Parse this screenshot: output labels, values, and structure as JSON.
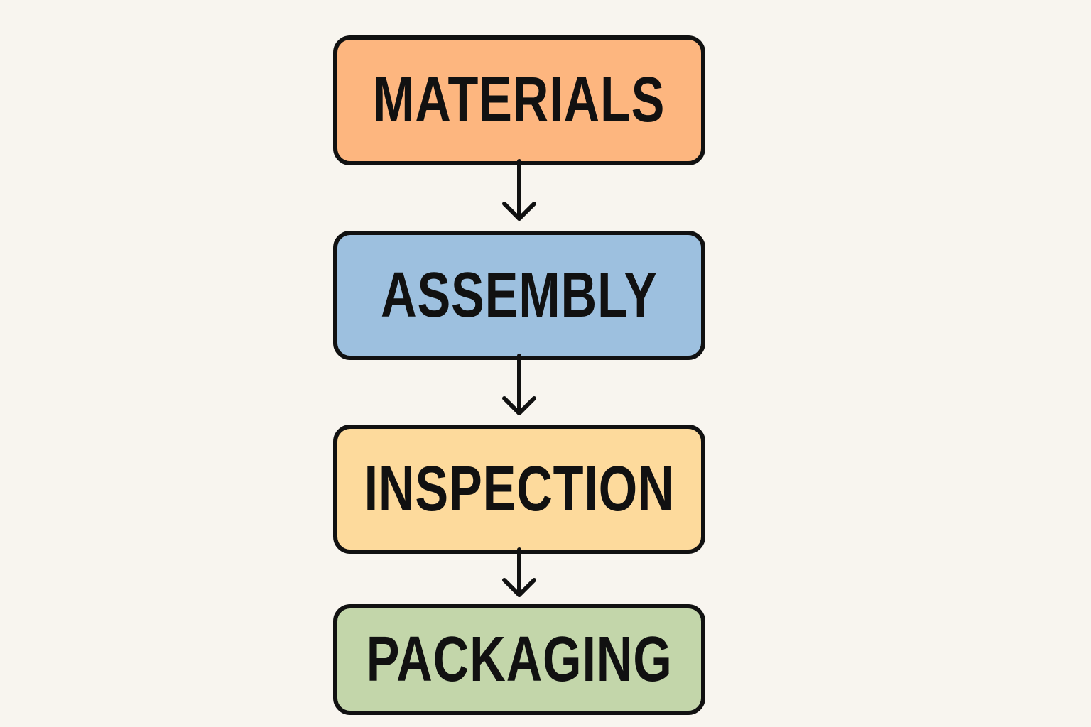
{
  "steps": [
    {
      "label": "MATERIALS",
      "color": "#fdb67f"
    },
    {
      "label": "ASSEMBLY",
      "color": "#9dc0df"
    },
    {
      "label": "INSPECTION",
      "color": "#fdda9c"
    },
    {
      "label": "PACKAGING",
      "color": "#c3d6aa"
    }
  ],
  "connectors": [
    {
      "from": "MATERIALS",
      "to": "ASSEMBLY"
    },
    {
      "from": "ASSEMBLY",
      "to": "INSPECTION"
    },
    {
      "from": "INSPECTION",
      "to": "PACKAGING"
    }
  ]
}
